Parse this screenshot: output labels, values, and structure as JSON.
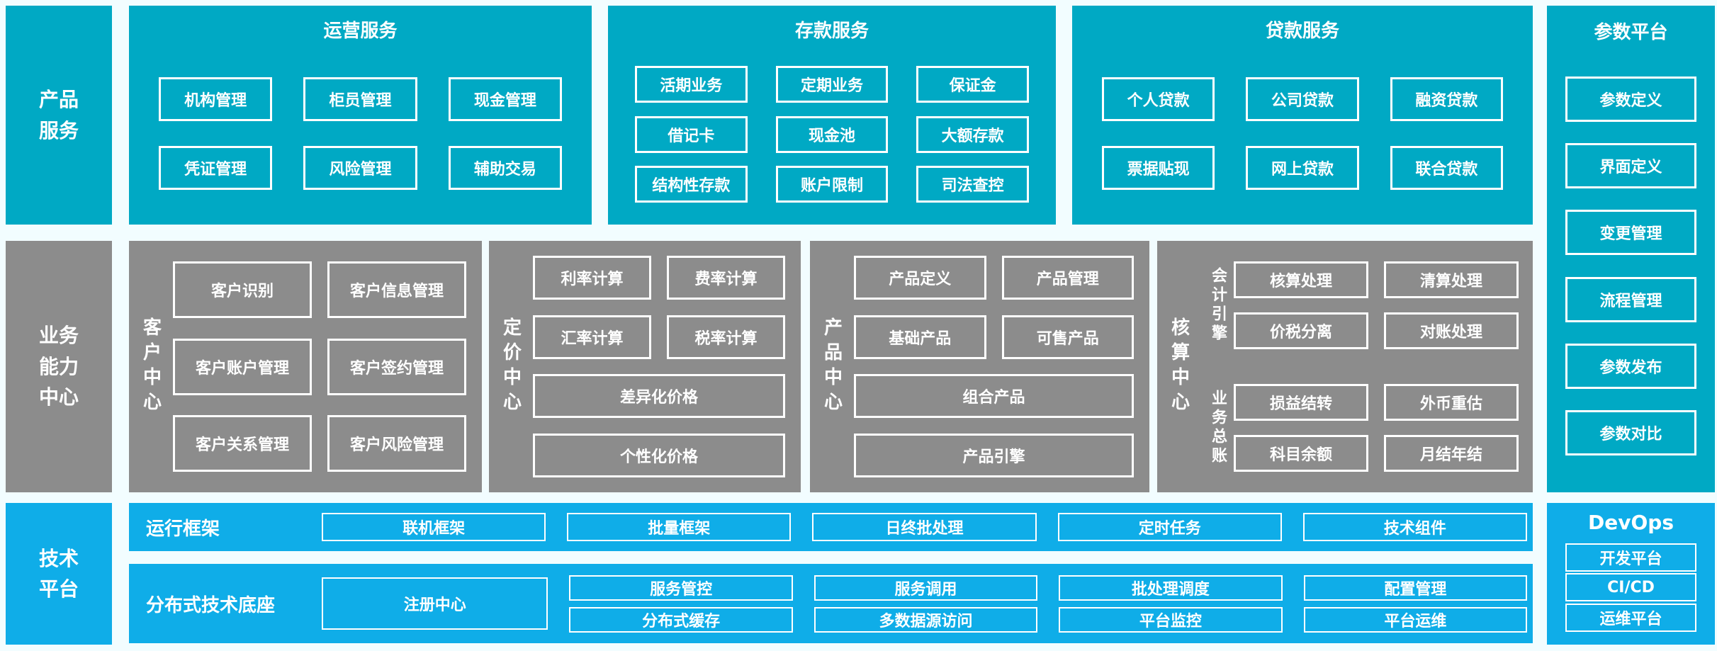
{
  "colors": {
    "teal": "#00A9C4",
    "sky_blue": "#0FADE8",
    "gray": "#8C8C8C",
    "page_background": "#F2FDFF",
    "box_border": "#FFFFFF",
    "text": "#FFFFFF"
  },
  "left_rail": {
    "product_services": "产品\n服务",
    "business_capability": "业务\n能力\n中心",
    "tech_platform": "技术\n平台"
  },
  "top_row": {
    "operations": {
      "title": "运营服务",
      "items": [
        "机构管理",
        "柜员管理",
        "现金管理",
        "凭证管理",
        "风险管理",
        "辅助交易"
      ]
    },
    "deposit": {
      "title": "存款服务",
      "items": [
        "活期业务",
        "定期业务",
        "保证金",
        "借记卡",
        "现金池",
        "大额存款",
        "结构性存款",
        "账户限制",
        "司法查控"
      ]
    },
    "loan": {
      "title": "贷款服务",
      "items": [
        "个人贷款",
        "公司贷款",
        "融资贷款",
        "票据贴现",
        "网上贷款",
        "联合贷款"
      ]
    }
  },
  "middle_row": {
    "customer": {
      "label": "客户中心",
      "items": [
        "客户识别",
        "客户信息管理",
        "客户账户管理",
        "客户签约管理",
        "客户关系管理",
        "客户风险管理"
      ]
    },
    "pricing": {
      "label": "定价中心",
      "items": [
        "利率计算",
        "费率计算",
        "汇率计算",
        "税率计算"
      ],
      "wide_items": [
        "差异化价格",
        "个性化价格"
      ]
    },
    "product": {
      "label": "产品中心",
      "items": [
        "产品定义",
        "产品管理",
        "基础产品",
        "可售产品"
      ],
      "wide_items": [
        "组合产品",
        "产品引擎"
      ]
    },
    "accounting": {
      "label": "核算中心",
      "groups": [
        {
          "label": "会计引擎",
          "items": [
            "核算处理",
            "清算处理",
            "价税分离",
            "对账处理"
          ]
        },
        {
          "label": "业务总账",
          "items": [
            "损益结转",
            "外币重估",
            "科目余额",
            "月结年结"
          ]
        }
      ]
    }
  },
  "bottom": {
    "runtime": {
      "label": "运行框架",
      "items": [
        "联机框架",
        "批量框架",
        "日终批处理",
        "定时任务",
        "技术组件"
      ]
    },
    "distributed": {
      "label": "分布式技术底座",
      "registry": "注册中心",
      "columns": [
        [
          "服务管控",
          "分布式缓存"
        ],
        [
          "服务调用",
          "多数据源访问"
        ],
        [
          "批处理调度",
          "平台监控"
        ],
        [
          "配置管理",
          "平台运维"
        ]
      ]
    }
  },
  "right_rail": {
    "parameter_platform": {
      "title": "参数平台",
      "items": [
        "参数定义",
        "界面定义",
        "变更管理",
        "流程管理",
        "参数发布",
        "参数对比"
      ]
    },
    "devops": {
      "title": "DevOps",
      "items": [
        "开发平台",
        "CI/CD",
        "运维平台"
      ]
    }
  }
}
